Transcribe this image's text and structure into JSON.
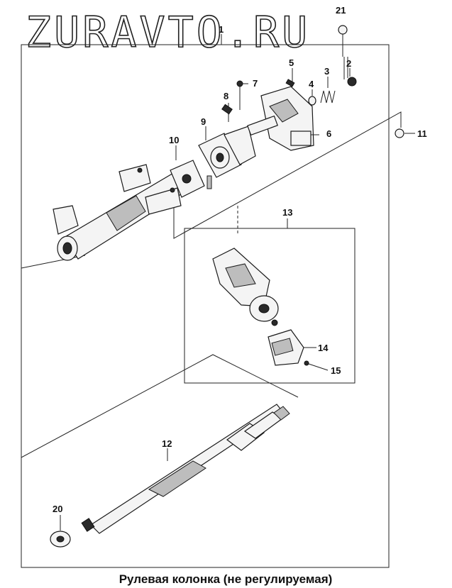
{
  "watermark": "ZURAVTO.RU",
  "caption": "Рулевая колонка (не регулируемая)",
  "callouts": {
    "c1": "1",
    "c2": "2",
    "c3": "3",
    "c4": "4",
    "c5": "5",
    "c6": "6",
    "c7": "7",
    "c8": "8",
    "c9": "9",
    "c10": "10",
    "c11": "11",
    "c12": "12",
    "c13": "13",
    "c14": "14",
    "c15": "15",
    "c20": "20",
    "c21": "21"
  }
}
